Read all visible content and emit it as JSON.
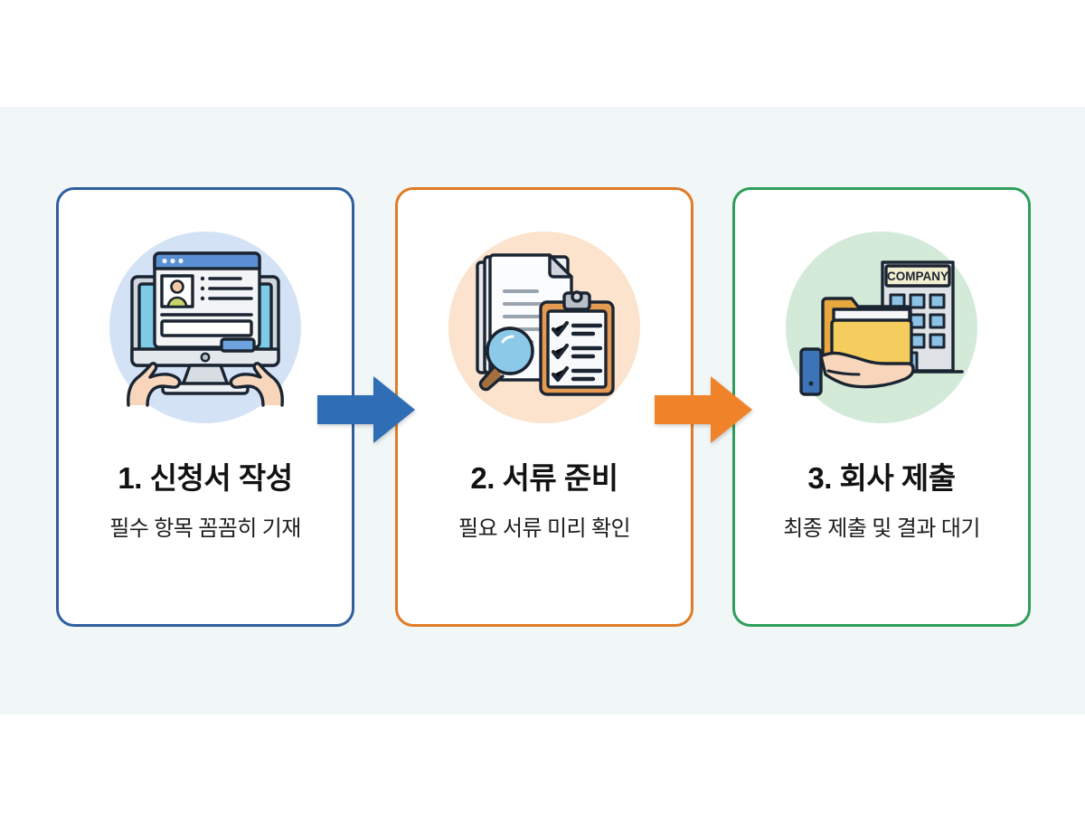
{
  "theme": {
    "page_background": "#ffffff",
    "panel_background": "#f1f6f7",
    "card_background": "#ffffff",
    "step1_color": "#2f5f9e",
    "step2_color": "#e07b26",
    "step3_color": "#2e9e5b",
    "step1_circle": "#d3e2f5",
    "step2_circle": "#fbe3cd",
    "step3_circle": "#d3ead9",
    "arrow1_color": "#2f6db5",
    "arrow2_color": "#f0832a",
    "title_color": "#121212",
    "subtitle_color": "#1d1d1d"
  },
  "steps": [
    {
      "number": "1.",
      "title": "1. 신청서 작성",
      "subtitle": "필수 항목 꼼꼼히 기재",
      "icon_name": "computer-form-typing-icon",
      "icon_parts": {
        "window_titlebar_dots": 3,
        "avatar": "person-photo",
        "text_lines": 3,
        "input_field": "empty-text-input",
        "submit_button": "blue-button",
        "hands": "two-hands-typing",
        "device": "desktop-monitor"
      }
    },
    {
      "number": "2.",
      "title": "2. 서류 준비",
      "subtitle": "필요 서류 미리 확인",
      "icon_name": "documents-checklist-magnifier-icon",
      "icon_parts": {
        "documents": "stacked-papers-folded-corner",
        "document_lines": 5,
        "magnifier": "magnifying-glass",
        "clipboard": "orange-clipboard",
        "checklist_items": 3
      }
    },
    {
      "number": "3.",
      "title": "3. 회사 제출",
      "subtitle": "최종 제출 및 결과 대기",
      "icon_name": "hand-folder-company-building-icon",
      "icon_parts": {
        "building_sign_text": "COMPANY",
        "building_window_rows": 4,
        "building_window_cols": 3,
        "folder": "yellow-document-folder",
        "hand": "open-hand-blue-cuff"
      }
    }
  ],
  "arrows": [
    {
      "name": "arrow-step1-to-step2",
      "direction": "right",
      "color": "#2f6db5"
    },
    {
      "name": "arrow-step2-to-step3",
      "direction": "right",
      "color": "#f0832a"
    }
  ]
}
